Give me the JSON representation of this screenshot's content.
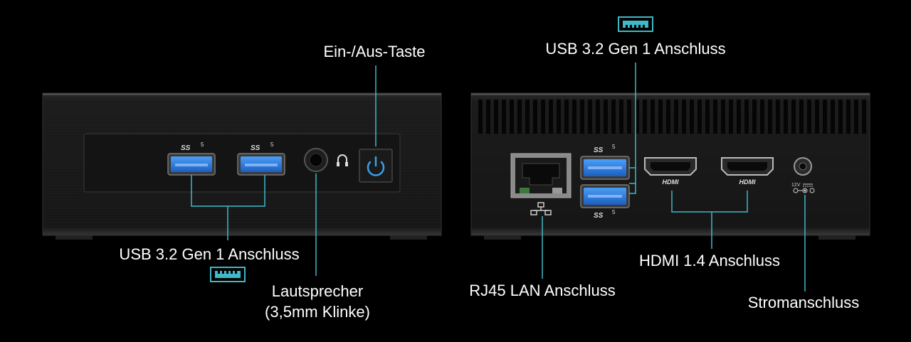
{
  "labels": {
    "power_button": "Ein-/Aus-Taste",
    "front_usb": "USB 3.2 Gen 1 Anschluss",
    "speaker_line1": "Lautsprecher",
    "speaker_line2": "(3,5mm Klinke)",
    "rear_usb": "USB 3.2 Gen 1 Anschluss",
    "lan": "RJ45 LAN Anschluss",
    "hdmi": "HDMI 1.4 Anschluss",
    "power_jack": "Stromanschluss"
  },
  "markings": {
    "superspeed": "SS",
    "superspeed_gen": "5",
    "hdmi_logo": "HDMI",
    "dc_voltage": "12V"
  },
  "colors": {
    "background": "#000000",
    "callout_line": "#3fb8c8",
    "usb_blue": "#2a7fe0",
    "power_led": "#3aa0e8",
    "chassis": "#1a1a1a"
  },
  "icons": [
    "usb-icon",
    "power-icon",
    "headphone-icon",
    "network-icon",
    "dc-polarity-icon"
  ]
}
